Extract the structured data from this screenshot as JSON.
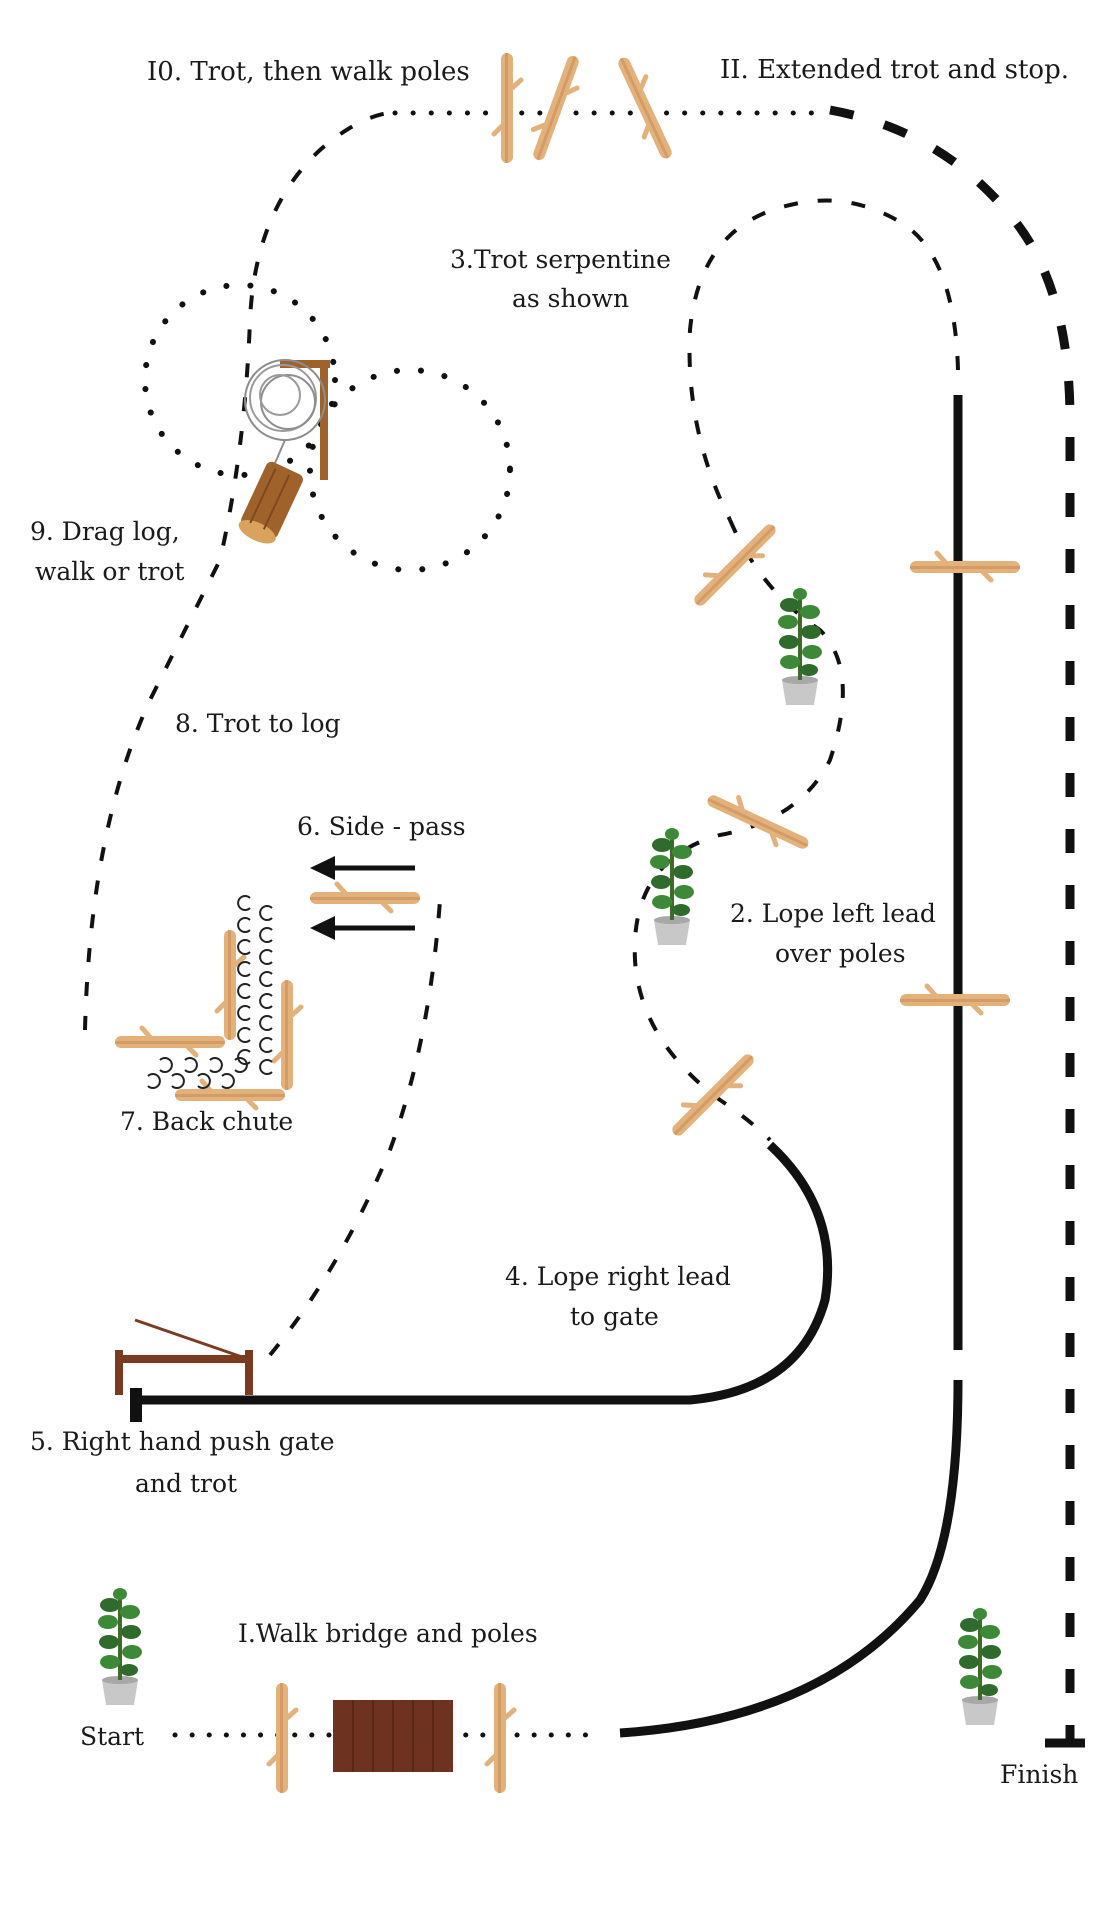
{
  "labels": {
    "step1": "I.Walk bridge and poles",
    "step2_line1": "2. Lope left lead",
    "step2_line2": "over poles",
    "step3_line1": "3.Trot serpentine",
    "step3_line2": "as shown",
    "step4_line1": "4. Lope right lead",
    "step4_line2": "to gate",
    "step5_line1": "5. Right hand push gate",
    "step5_line2": "and trot",
    "step6": "6. Side - pass",
    "step7": "7. Back chute",
    "step8": "8. Trot to log",
    "step9_line1": "9. Drag log,",
    "step9_line2": "walk or trot",
    "step10": "I0. Trot, then walk poles",
    "step11": "II. Extended trot and stop.",
    "start": "Start",
    "finish": "Finish"
  },
  "colors": {
    "path": "#111111",
    "pole": "#e3b27c",
    "pole_dark": "#b9804a",
    "bridge": "#6e3320",
    "gate": "#7b3a22",
    "plant_leaf": "#2e6b2c",
    "plant_pot": "#c8c8c8",
    "log": "#a0622b",
    "rope": "#8d8d8d"
  },
  "icons": [
    "pole",
    "plant",
    "bridge",
    "gate",
    "log-with-rope",
    "horseshoe-tracks",
    "arrow-left"
  ]
}
